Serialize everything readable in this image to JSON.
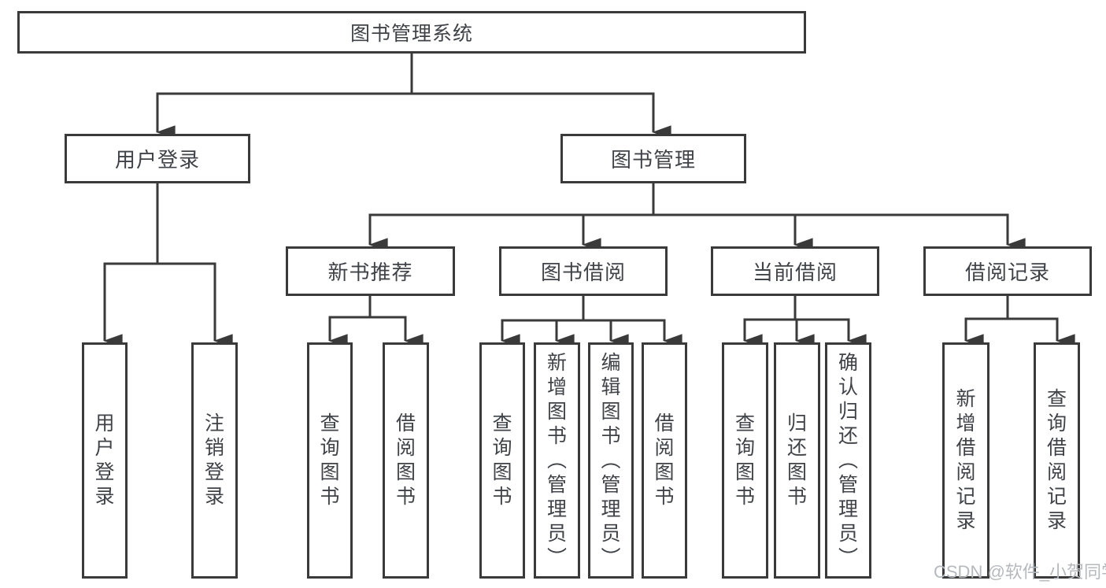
{
  "diagram": {
    "type": "hierarchy",
    "title": "图书管理系统",
    "nodes": {
      "root": "图书管理系统",
      "user_login": "用户登录",
      "book_mgmt": "图书管理",
      "new_books": "新书推荐",
      "book_borrow": "图书借阅",
      "current_borrow": "当前借阅",
      "borrow_records": "借阅记录",
      "leaf_user_login": "用户登录",
      "leaf_logout": "注销登录",
      "leaf_query_books_1": "查询图书",
      "leaf_borrow_books_1": "借阅图书",
      "leaf_query_books_2": "查询图书",
      "leaf_add_books": "新增图书（管理员）",
      "leaf_edit_books": "编辑图书（管理员）",
      "leaf_borrow_books_2": "借阅图书",
      "leaf_query_books_3": "查询图书",
      "leaf_return_books": "归还图书",
      "leaf_confirm_return": "确认归还（管理员）",
      "leaf_add_record": "新增借阅记录",
      "leaf_query_record": "查询借阅记录"
    },
    "edges": [
      [
        "图书管理系统",
        "用户登录"
      ],
      [
        "图书管理系统",
        "图书管理"
      ],
      [
        "用户登录",
        "用户登录"
      ],
      [
        "用户登录",
        "注销登录"
      ],
      [
        "图书管理",
        "新书推荐"
      ],
      [
        "图书管理",
        "图书借阅"
      ],
      [
        "图书管理",
        "当前借阅"
      ],
      [
        "图书管理",
        "借阅记录"
      ],
      [
        "新书推荐",
        "查询图书"
      ],
      [
        "新书推荐",
        "借阅图书"
      ],
      [
        "图书借阅",
        "查询图书"
      ],
      [
        "图书借阅",
        "新增图书（管理员）"
      ],
      [
        "图书借阅",
        "编辑图书（管理员）"
      ],
      [
        "图书借阅",
        "借阅图书"
      ],
      [
        "当前借阅",
        "查询图书"
      ],
      [
        "当前借阅",
        "归还图书"
      ],
      [
        "当前借阅",
        "确认归还（管理员）"
      ],
      [
        "借阅记录",
        "新增借阅记录"
      ],
      [
        "借阅记录",
        "查询借阅记录"
      ]
    ],
    "colors": {
      "line": "#3a3a3a",
      "text": "#3f4348",
      "background": "#ffffff",
      "watermark": "#b5b9be"
    },
    "watermark": "CSDN @软件_小贺同学"
  }
}
